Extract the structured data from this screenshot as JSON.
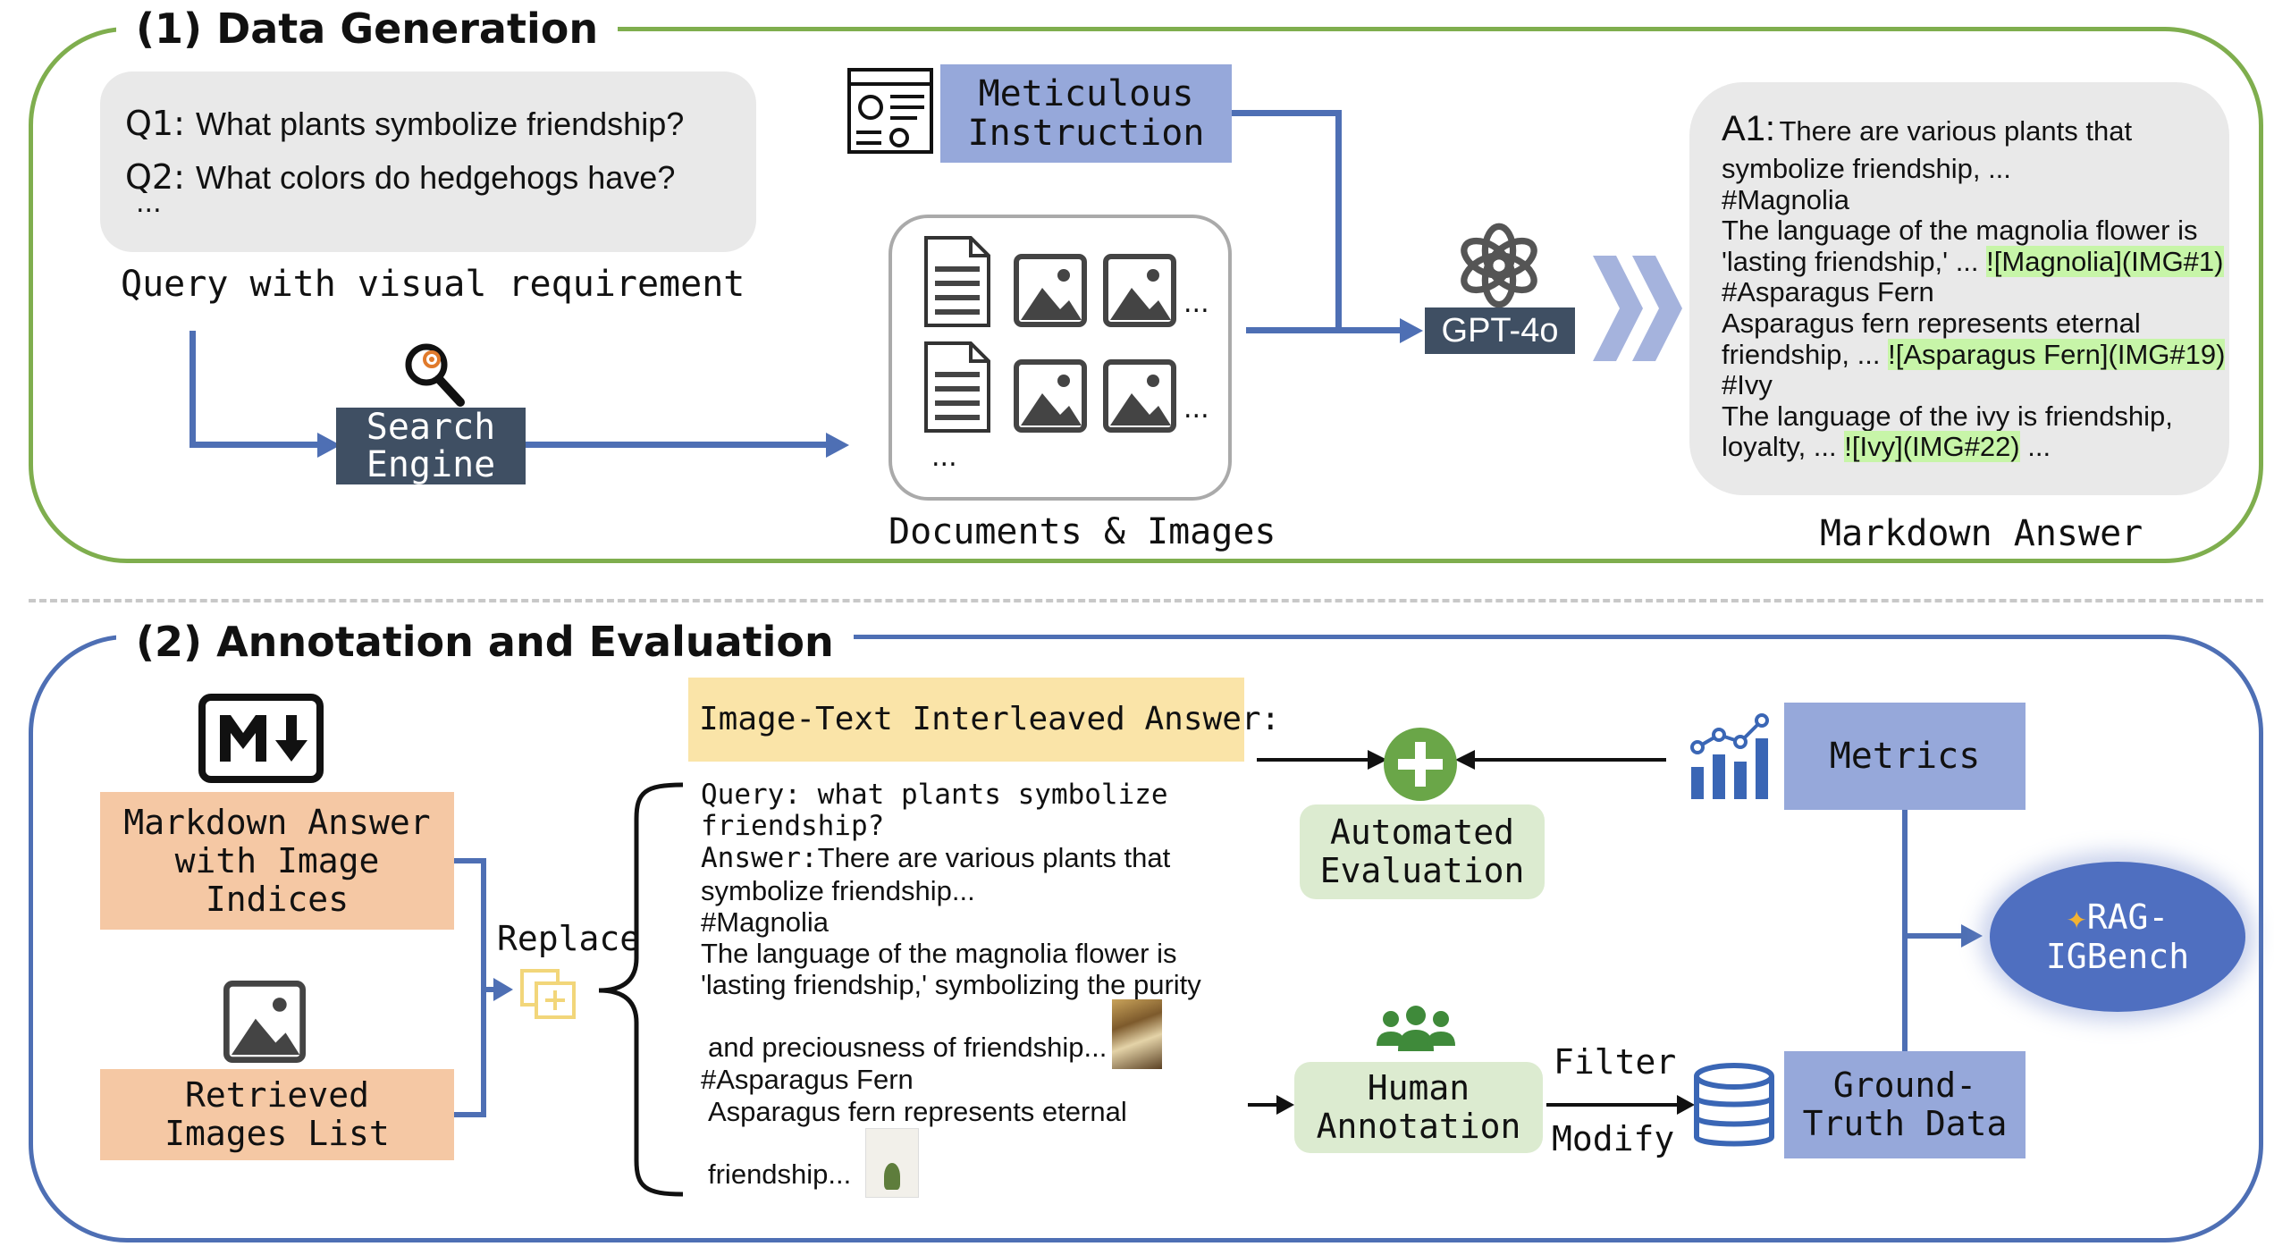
{
  "section1": {
    "title": "(1) Data Generation",
    "queries": {
      "q1_label": "Q1:",
      "q1_text": "What plants symbolize friendship?",
      "q2_label": "Q2:",
      "q2_text": "What colors do hedgehogs have?",
      "ellipsis": "...",
      "caption": "Query with visual requirement"
    },
    "search_engine": {
      "line1": "Search",
      "line2": "Engine"
    },
    "instruction": {
      "line1": "Meticulous",
      "line2": "Instruction"
    },
    "documents": {
      "caption": "Documents & Images",
      "ellipsis": "..."
    },
    "model": {
      "label": "GPT-4o"
    },
    "answer": {
      "a1_label": "A1:",
      "a1_text": "There are various plants that",
      "lines": [
        "symbolize friendship, ...",
        "#Magnolia",
        "The language of the magnolia flower is",
        "'lasting friendship,' ...",
        "#Asparagus Fern",
        "Asparagus fern represents eternal",
        "friendship, ...",
        "#Ivy",
        "The language of the ivy is friendship,",
        "loyalty, ..."
      ],
      "tag1": "![Magnolia](IMG#1)",
      "tag2": "![Asparagus Fern](IMG#19)",
      "tag3": "![Ivy](IMG#22)",
      "tail3": " ...",
      "caption": "Markdown Answer"
    }
  },
  "section2": {
    "title": "(2) Annotation and Evaluation",
    "markdown_box": {
      "line1": "Markdown Answer",
      "line2": "with Image",
      "line3": "Indices"
    },
    "retrieved_box": {
      "line1": "Retrieved",
      "line2": "Images List"
    },
    "replace_label": "Replace",
    "interleaved_title": "Image-Text Interleaved Answer:",
    "interleaved": {
      "query_label": "Query:",
      "query_text": " what plants symbolize",
      "query_line2": "friendship?",
      "answer_label": "Answer:",
      "answer_text": "There are various plants that",
      "lines": [
        "symbolize friendship...",
        "#Magnolia",
        "The language of the magnolia flower is",
        "'lasting friendship,' symbolizing the purity",
        "and preciousness of friendship...",
        "#Asparagus Fern",
        "Asparagus fern represents eternal",
        "friendship..."
      ]
    },
    "auto_eval": {
      "line1": "Automated",
      "line2": "Evaluation"
    },
    "metrics": "Metrics",
    "human": {
      "line1": "Human",
      "line2": "Annotation"
    },
    "filter": "Filter",
    "modify": "Modify",
    "ground_truth": {
      "line1": "Ground-",
      "line2": "Truth Data"
    },
    "bench": {
      "line1": "RAG-",
      "line2": "IGBench"
    }
  },
  "colors": {
    "section1_frame": "#7fae4e",
    "section2_frame": "#4e6fb4",
    "highlight": "#c7f5a8",
    "peach": "#f5c8a4",
    "periwinkle": "#96a8da",
    "slate": "#3f4f63"
  },
  "icons": [
    "instruction-doc-icon",
    "search-gear-icon",
    "document-icon",
    "image-icon",
    "openai-logo-icon",
    "chevron-arrows-icon",
    "markdown-logo-icon",
    "plus-circle-icon",
    "bar-chart-icon",
    "people-icon",
    "database-icon",
    "party-popper-icon",
    "replace-copy-icon"
  ]
}
